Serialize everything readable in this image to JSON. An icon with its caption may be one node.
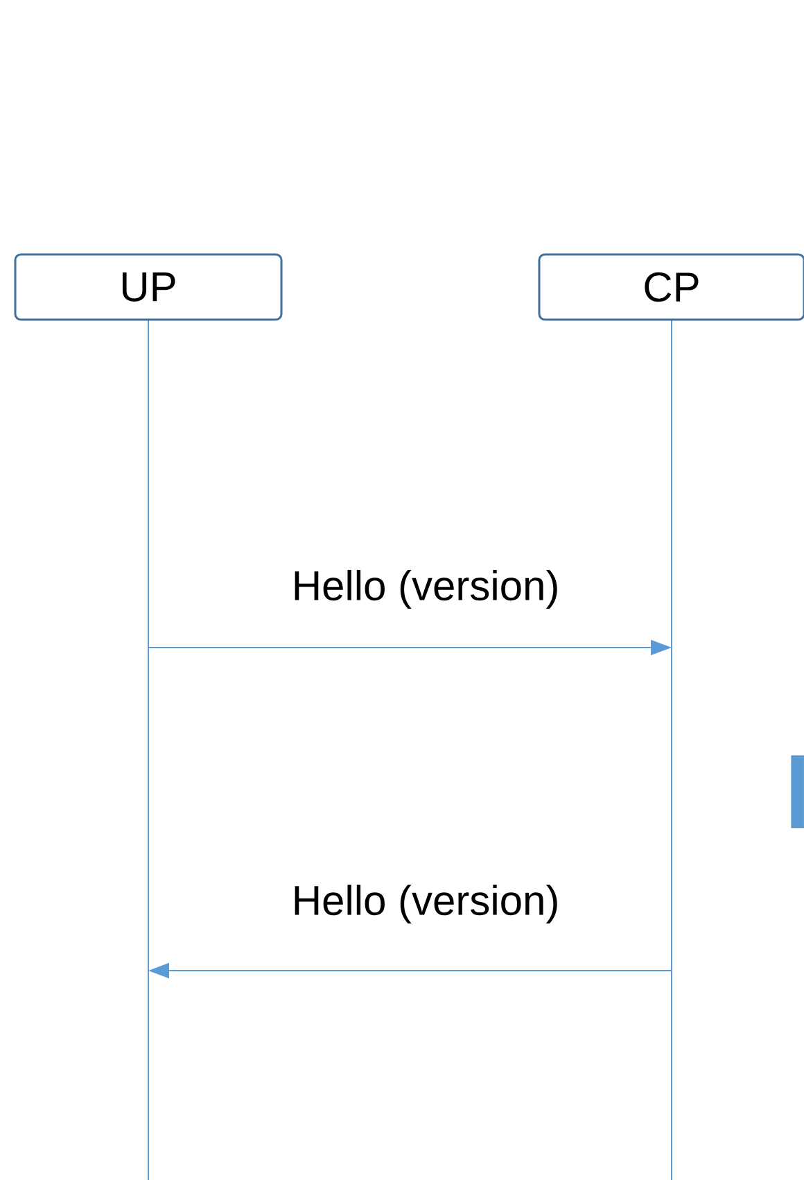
{
  "diagram": {
    "nodes": [
      {
        "text": [
          "UP"
        ]
      },
      {
        "text": [
          "CP"
        ]
      }
    ],
    "edges": [
      {
        "from": 0,
        "to": 1,
        "arrow": "to",
        "label": "Hello (version)"
      },
      {
        "from": 1,
        "to": 0,
        "arrow": "to",
        "label": "Hello (version)"
      }
    ]
  }
}
